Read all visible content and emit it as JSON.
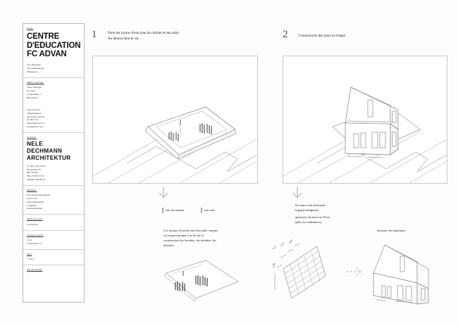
{
  "sheet": {
    "background_color": "#fdfdfd",
    "line_color": "#c8c8c8"
  },
  "titleblock": {
    "project_label": "Projet:",
    "project_title": [
      "CENTRE",
      "D'EDUCATION",
      "FC ADVAN"
    ],
    "project_address": [
      "rue à Ambenga",
      "Sud Antsahamamy",
      "Madagascar"
    ],
    "client_label": "Maître d'ouvrage:",
    "client_lines": [
      "Viktor Häusiger",
      "El Lokal",
      "Gessnerallee 11",
      "8004 Zürich"
    ],
    "client_separator": "-",
    "client_lines2": [
      "Titus Solohery",
      "Ambinanimpan",
      "Association Advan",
      "tel: 3811 911",
      "Ambodirano 6è arr.",
      "Antananarivo 101"
    ],
    "architect_label": "Architekt:",
    "architect_name": [
      "NELE",
      "DECHMANN",
      "ARCHITEKTUR"
    ],
    "architect_lines": [
      "dr. dipl. arch. eth etz",
      "Hardstrasse 58",
      "8005 Zürich",
      "0041 79 386 37 49",
      "nele@dechmann.ch"
    ],
    "engineer_label": "Ingénieur:",
    "engineer_lines": [
      "Noel Andrianarisampana",
      "lot IIA 140",
      "Ampandrianomby",
      "Commune",
      "Ambohidratrimo"
    ],
    "status_label": "Status du projet:",
    "status_value": "construction",
    "content_label": "Contenu du plan:",
    "content_value": [
      "école",
      "construction 1-2"
    ],
    "date_label": "Date:",
    "date_value": "11.2015",
    "scale_label": "Echelle du plan:",
    "scale_value": "-"
  },
  "steps": [
    {
      "number": "1",
      "text": [
        "Faire les tuyaux d'eau (eau du robinet et eau sale).",
        "Au dessus faire le sol."
      ]
    },
    {
      "number": "2",
      "text": [
        "Construction des murs en brique."
      ]
    }
  ],
  "annotations": {
    "pipe_tap": "eau du robinet",
    "pipe_waste": "eau sale",
    "pipe_note": [
      "Les tuyaux d'eau devons être prêt, comme",
      "ça on peut ajouter à la fin de la",
      "construction les lavabos, les toilettes, les",
      "douches"
    ],
    "wall_note": [
      "les murs sont du brique",
      "typique malgache:"
    ],
    "wall_note2": [
      "épaisseur du mur est 25cm",
      "(plus les enduitures)"
    ],
    "openings_caption": "mesures des apertures",
    "brick_dims": [
      "0.27",
      "0.18",
      "0.09",
      "0.06"
    ]
  }
}
